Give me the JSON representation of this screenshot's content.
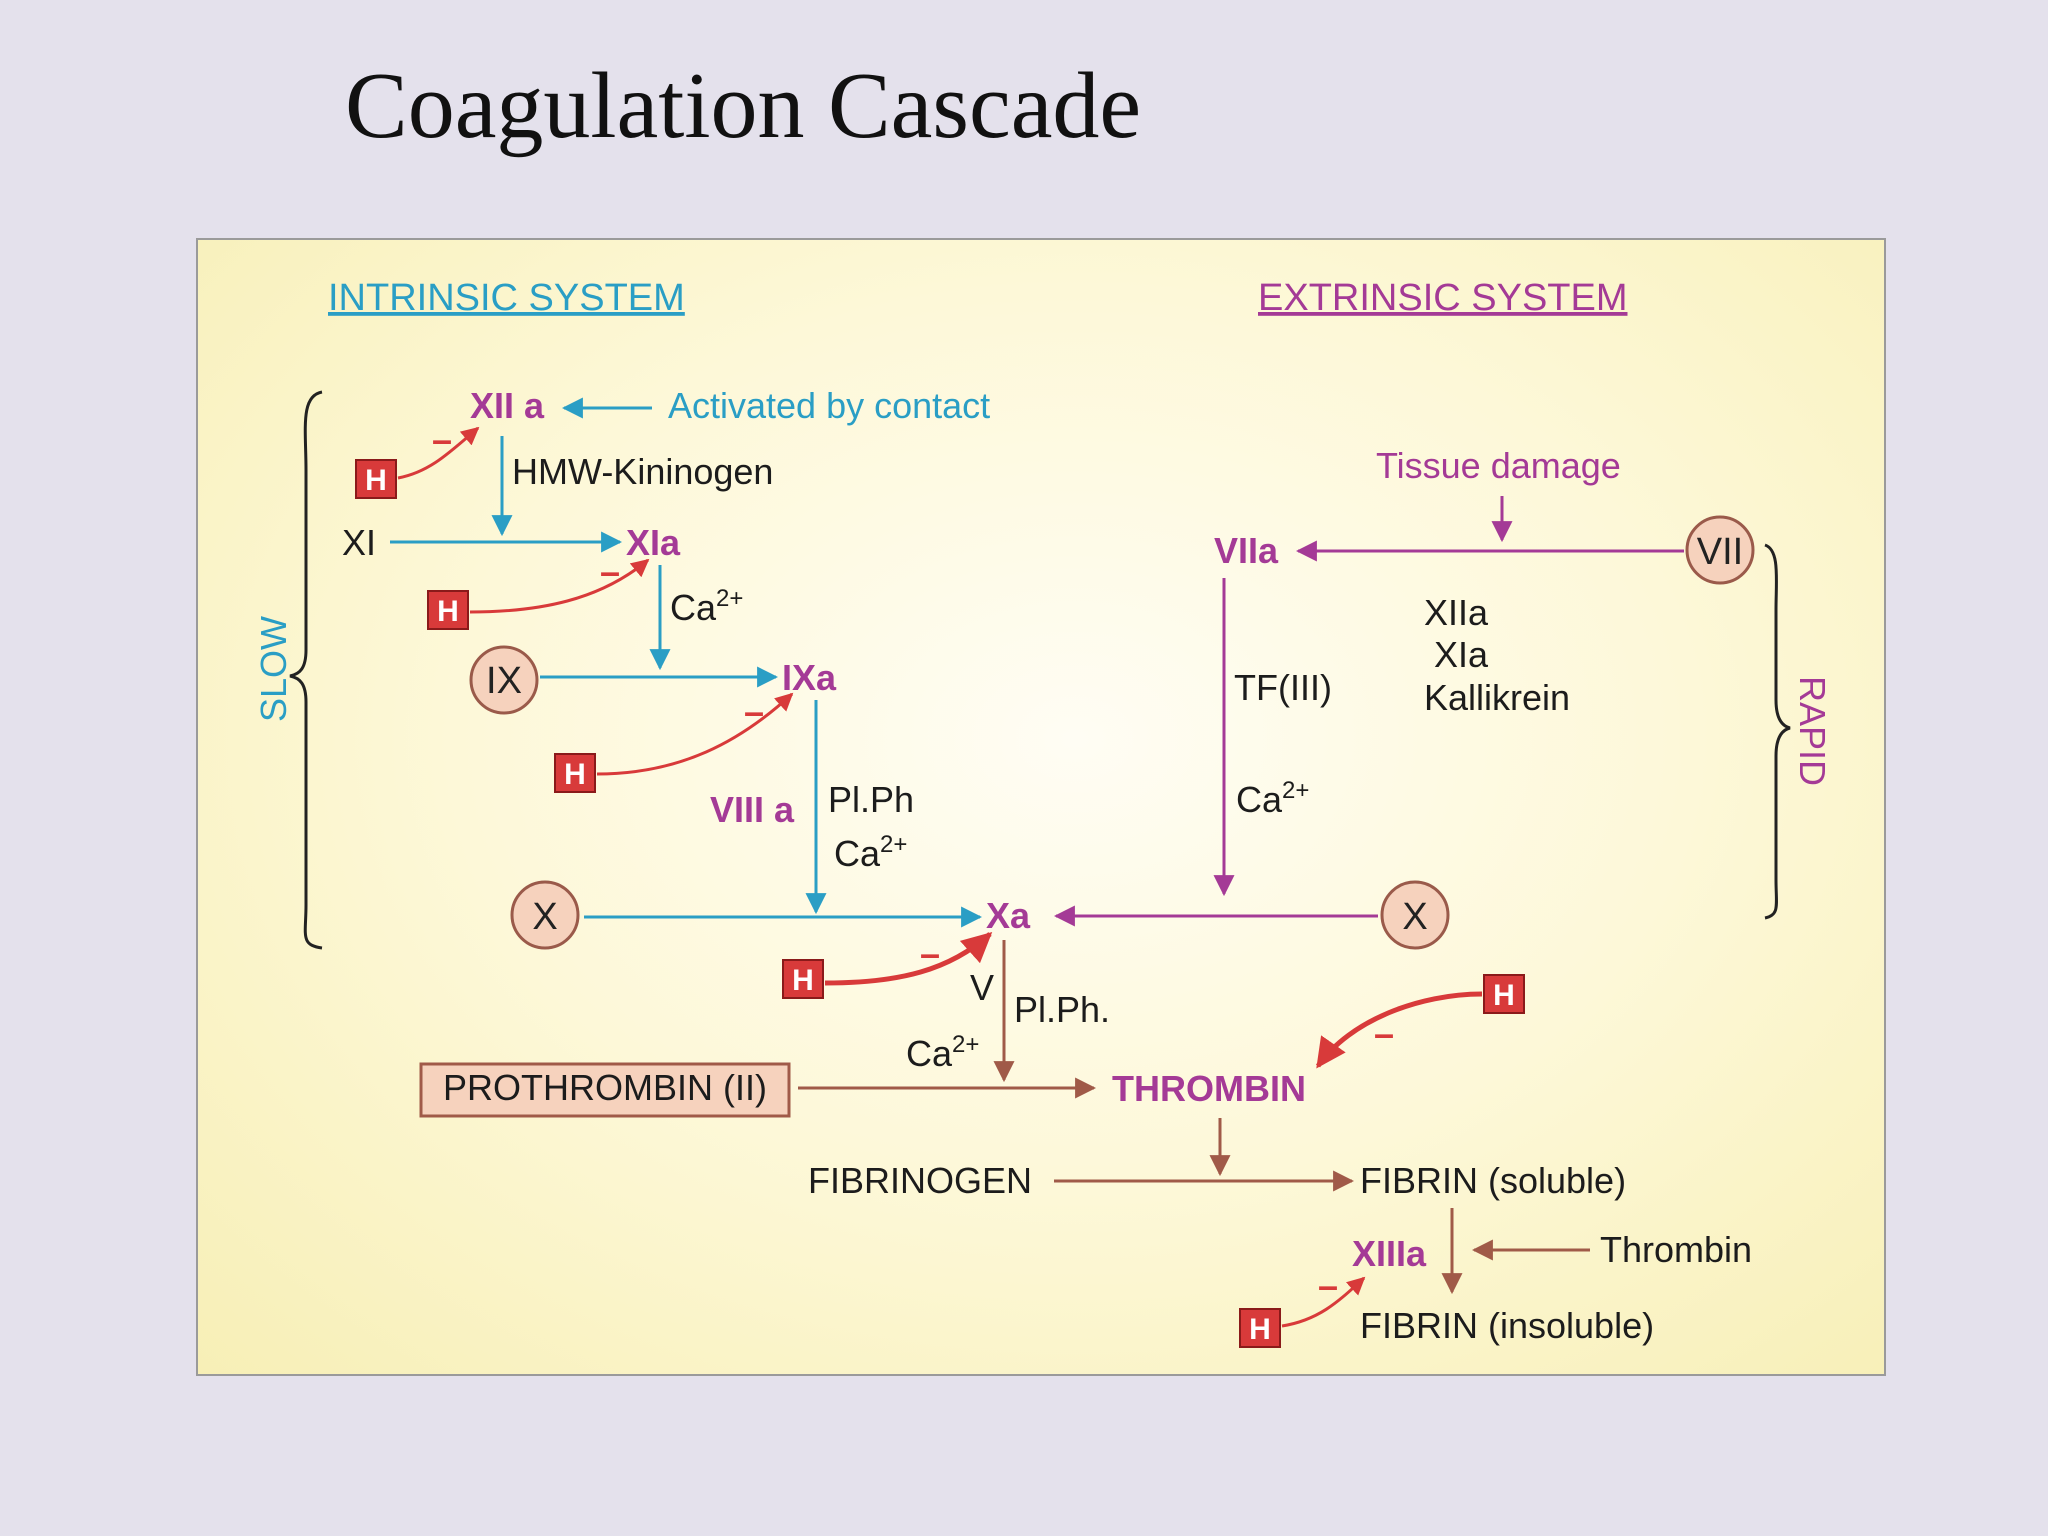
{
  "title": "Coagulation Cascade",
  "colors": {
    "background": "#e4e1ec",
    "intrinsic": "#2a9ec5",
    "extrinsic": "#a43a96",
    "common": "#a05a48",
    "inhibitor": "#d83a3a",
    "factor_circle": "#f6d2bd"
  },
  "intrinsic": {
    "heading": "INTRINSIC SYSTEM",
    "side_label": "SLOW",
    "xiia": "XII a",
    "contact": "Activated by contact",
    "hmwk": "HMW-Kininogen",
    "xi": "XI",
    "xia": "XIa",
    "ca_1": "Ca",
    "ix": "IX",
    "ixa": "IXa",
    "viiia": "VIII a",
    "plph": "Pl.Ph",
    "ca_2": "Ca",
    "x": "X"
  },
  "extrinsic": {
    "heading": "EXTRINSIC SYSTEM",
    "side_label": "RAPID",
    "tissue": "Tissue damage",
    "vii": "VII",
    "viia": "VIIa",
    "activators": [
      "XIIa",
      "XIa",
      "Kallikrein"
    ],
    "tf": "TF(III)",
    "ca": "Ca",
    "x": "X"
  },
  "common": {
    "xa": "Xa",
    "v": "V",
    "plph": "Pl.Ph.",
    "ca": "Ca",
    "prothrombin": "PROTHROMBIN (II)",
    "thrombin": "THROMBIN",
    "fibrinogen": "FIBRINOGEN",
    "fibrin_soluble": "FIBRIN (soluble)",
    "xiiia": "XIIIa",
    "thrombin_small": "Thrombin",
    "fibrin_insoluble": "FIBRIN (insoluble)"
  },
  "ca_charge": "2+",
  "inhibitor_label": "H",
  "inhibit_symbol": "–"
}
